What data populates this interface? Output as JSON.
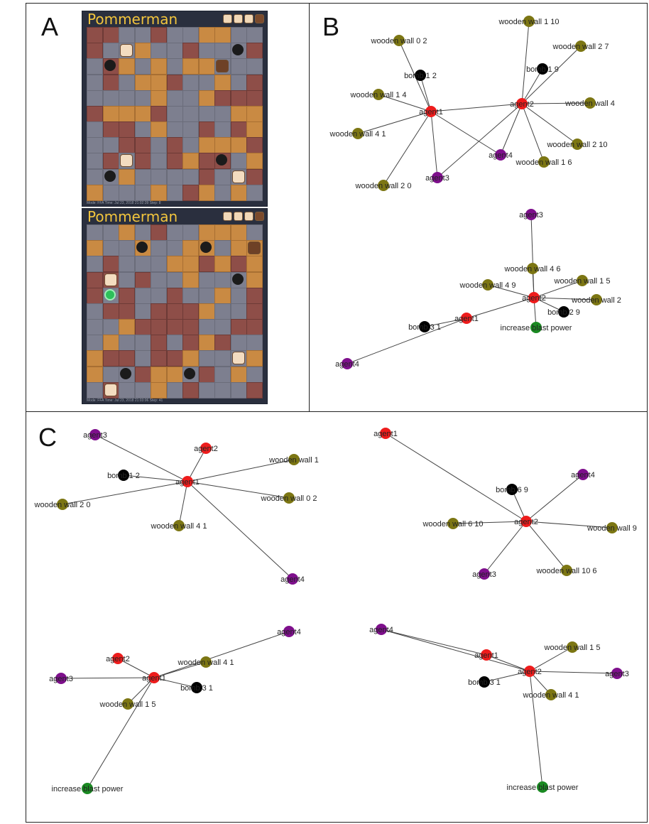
{
  "panels": {
    "a": "A",
    "b": "B",
    "c": "C"
  },
  "boards": [
    {
      "title": "Pommerman",
      "status": "Mode: FFA   Time: Jul 23, 2018 21:02:39   Step: 8"
    },
    {
      "title": "Pommerman",
      "status": "Mode: FFA   Time: Jul 23, 2018 21:03:06   Step: 41"
    }
  ],
  "colors": {
    "agent_active": "#ee1c1c",
    "agent_other": "#7e0f8c",
    "wooden_wall": "#7c7613",
    "bomb": "#000000",
    "powerup": "#1a8a22",
    "edge": "#444444"
  },
  "graphs": {
    "b_top": {
      "nodes": [
        {
          "id": "agent1",
          "label": "agent1",
          "type": "agent_active"
        },
        {
          "id": "agent2",
          "label": "agent2",
          "type": "agent_active"
        },
        {
          "id": "agent3",
          "label": "agent3",
          "type": "agent_other"
        },
        {
          "id": "agent4",
          "label": "agent4",
          "type": "agent_other"
        },
        {
          "id": "ww02",
          "label": "wooden wall 0 2",
          "type": "wooden_wall"
        },
        {
          "id": "bomb12",
          "label": "bomb 1 2",
          "type": "bomb"
        },
        {
          "id": "ww14",
          "label": "wooden wall 1 4",
          "type": "wooden_wall"
        },
        {
          "id": "ww41",
          "label": "wooden wall 4 1",
          "type": "wooden_wall"
        },
        {
          "id": "ww20",
          "label": "wooden wall 2 0",
          "type": "wooden_wall"
        },
        {
          "id": "ww110",
          "label": "wooden wall 1 10",
          "type": "wooden_wall"
        },
        {
          "id": "ww27",
          "label": "wooden wall 2 7",
          "type": "wooden_wall"
        },
        {
          "id": "bomb19",
          "label": "bomb 1 9",
          "type": "bomb"
        },
        {
          "id": "ww4",
          "label": "wooden wall 4",
          "type": "wooden_wall"
        },
        {
          "id": "ww210",
          "label": "wooden wall 2 10",
          "type": "wooden_wall"
        },
        {
          "id": "ww16",
          "label": "wooden wall 1 6",
          "type": "wooden_wall"
        }
      ],
      "edges": [
        [
          "agent1",
          "agent2"
        ],
        [
          "agent1",
          "ww02"
        ],
        [
          "agent1",
          "bomb12"
        ],
        [
          "agent1",
          "ww14"
        ],
        [
          "agent1",
          "ww41"
        ],
        [
          "agent1",
          "ww20"
        ],
        [
          "agent1",
          "agent3"
        ],
        [
          "agent1",
          "agent4"
        ],
        [
          "agent2",
          "agent3"
        ],
        [
          "agent2",
          "agent4"
        ],
        [
          "agent2",
          "ww110"
        ],
        [
          "agent2",
          "ww27"
        ],
        [
          "agent2",
          "bomb19"
        ],
        [
          "agent2",
          "ww4"
        ],
        [
          "agent2",
          "ww210"
        ],
        [
          "agent2",
          "ww16"
        ]
      ]
    },
    "b_bottom": {
      "nodes": [
        {
          "id": "agent1",
          "label": "agent1",
          "type": "agent_active"
        },
        {
          "id": "agent2",
          "label": "agent2",
          "type": "agent_active"
        },
        {
          "id": "agent3",
          "label": "agent3",
          "type": "agent_other"
        },
        {
          "id": "agent4",
          "label": "agent4",
          "type": "agent_other"
        },
        {
          "id": "ww46",
          "label": "wooden wall 4 6",
          "type": "wooden_wall"
        },
        {
          "id": "ww49",
          "label": "wooden wall 4 9",
          "type": "wooden_wall"
        },
        {
          "id": "ww15",
          "label": "wooden wall 1 5",
          "type": "wooden_wall"
        },
        {
          "id": "ww2",
          "label": "wooden wall 2",
          "type": "wooden_wall"
        },
        {
          "id": "bomb29",
          "label": "bomb 2 9",
          "type": "bomb"
        },
        {
          "id": "bomb31",
          "label": "bomb 3 1",
          "type": "bomb"
        },
        {
          "id": "ibp",
          "label": "increase blast power",
          "type": "powerup"
        }
      ],
      "edges": [
        [
          "agent1",
          "agent2"
        ],
        [
          "agent1",
          "agent4"
        ],
        [
          "agent1",
          "bomb31"
        ],
        [
          "agent2",
          "agent3"
        ],
        [
          "agent2",
          "ww46"
        ],
        [
          "agent2",
          "ww49"
        ],
        [
          "agent2",
          "ww15"
        ],
        [
          "agent2",
          "ww2"
        ],
        [
          "agent2",
          "bomb29"
        ],
        [
          "agent2",
          "ibp"
        ]
      ]
    },
    "c_tl": {
      "nodes": [
        {
          "id": "agent1",
          "label": "agent1",
          "type": "agent_active"
        },
        {
          "id": "agent2",
          "label": "agent2",
          "type": "agent_active"
        },
        {
          "id": "agent3",
          "label": "agent3",
          "type": "agent_other"
        },
        {
          "id": "agent4",
          "label": "agent4",
          "type": "agent_other"
        },
        {
          "id": "bomb12",
          "label": "bomb 1 2",
          "type": "bomb"
        },
        {
          "id": "ww20",
          "label": "wooden wall 2 0",
          "type": "wooden_wall"
        },
        {
          "id": "ww1",
          "label": "wooden wall 1",
          "type": "wooden_wall"
        },
        {
          "id": "ww02",
          "label": "wooden wall 0 2",
          "type": "wooden_wall"
        },
        {
          "id": "ww41",
          "label": "wooden wall 4 1",
          "type": "wooden_wall"
        }
      ],
      "edges": [
        [
          "agent1",
          "agent2"
        ],
        [
          "agent1",
          "agent3"
        ],
        [
          "agent1",
          "agent4"
        ],
        [
          "agent1",
          "bomb12"
        ],
        [
          "agent1",
          "ww20"
        ],
        [
          "agent1",
          "ww1"
        ],
        [
          "agent1",
          "ww02"
        ],
        [
          "agent1",
          "ww41"
        ]
      ]
    },
    "c_tr": {
      "nodes": [
        {
          "id": "agent1",
          "label": "agent1",
          "type": "agent_active"
        },
        {
          "id": "agent2",
          "label": "agent2",
          "type": "agent_active"
        },
        {
          "id": "agent3",
          "label": "agent3",
          "type": "agent_other"
        },
        {
          "id": "agent4",
          "label": "agent4",
          "type": "agent_other"
        },
        {
          "id": "bomb69",
          "label": "bomb 6 9",
          "type": "bomb"
        },
        {
          "id": "ww610",
          "label": "wooden wall 6 10",
          "type": "wooden_wall"
        },
        {
          "id": "ww9",
          "label": "wooden wall 9",
          "type": "wooden_wall"
        },
        {
          "id": "ww106",
          "label": "wooden wall 10 6",
          "type": "wooden_wall"
        }
      ],
      "edges": [
        [
          "agent2",
          "agent1"
        ],
        [
          "agent2",
          "agent3"
        ],
        [
          "agent2",
          "agent4"
        ],
        [
          "agent2",
          "bomb69"
        ],
        [
          "agent2",
          "ww610"
        ],
        [
          "agent2",
          "ww9"
        ],
        [
          "agent2",
          "ww106"
        ]
      ]
    },
    "c_bl": {
      "nodes": [
        {
          "id": "agent1",
          "label": "agent1",
          "type": "agent_active"
        },
        {
          "id": "agent2",
          "label": "agent2",
          "type": "agent_active"
        },
        {
          "id": "agent3",
          "label": "agent3",
          "type": "agent_other"
        },
        {
          "id": "agent4",
          "label": "agent4",
          "type": "agent_other"
        },
        {
          "id": "ww41",
          "label": "wooden wall 4 1",
          "type": "wooden_wall"
        },
        {
          "id": "bomb31",
          "label": "bomb 3 1",
          "type": "bomb"
        },
        {
          "id": "ww15",
          "label": "wooden wall 1 5",
          "type": "wooden_wall"
        },
        {
          "id": "ibp",
          "label": "increase blast power",
          "type": "powerup"
        }
      ],
      "edges": [
        [
          "agent1",
          "agent2"
        ],
        [
          "agent1",
          "agent3"
        ],
        [
          "agent1",
          "agent4"
        ],
        [
          "agent1",
          "ww41"
        ],
        [
          "agent1",
          "bomb31"
        ],
        [
          "agent1",
          "ww15"
        ],
        [
          "agent1",
          "ibp"
        ]
      ]
    },
    "c_br": {
      "nodes": [
        {
          "id": "agent1",
          "label": "agent1",
          "type": "agent_active"
        },
        {
          "id": "agent2",
          "label": "agent2",
          "type": "agent_active"
        },
        {
          "id": "agent3",
          "label": "agent3",
          "type": "agent_other"
        },
        {
          "id": "agent4",
          "label": "agent4",
          "type": "agent_other"
        },
        {
          "id": "ww15",
          "label": "wooden wall 1 5",
          "type": "wooden_wall"
        },
        {
          "id": "bomb31",
          "label": "bomb 3 1",
          "type": "bomb"
        },
        {
          "id": "ww41",
          "label": "wooden wall 4 1",
          "type": "wooden_wall"
        },
        {
          "id": "ibp",
          "label": "increase blast power",
          "type": "powerup"
        }
      ],
      "edges": [
        [
          "agent1",
          "agent2"
        ],
        [
          "agent1",
          "agent4"
        ],
        [
          "agent2",
          "agent4"
        ],
        [
          "agent2",
          "agent3"
        ],
        [
          "agent2",
          "ww15"
        ],
        [
          "agent2",
          "bomb31"
        ],
        [
          "agent2",
          "ww41"
        ],
        [
          "agent2",
          "ibp"
        ]
      ]
    }
  }
}
